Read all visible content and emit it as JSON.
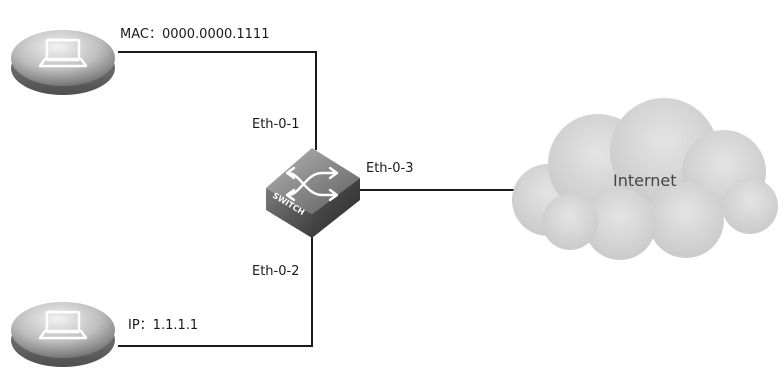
{
  "hosts": [
    {
      "id": "host-top",
      "label": "MAC：0000.0000.1111",
      "icon": "laptop-icon"
    },
    {
      "id": "host-bottom",
      "label": "IP：1.1.1.1",
      "icon": "laptop-icon"
    }
  ],
  "switch": {
    "label": "SWITCH",
    "icon": "switch-icon"
  },
  "ports": {
    "eth1": "Eth-0-1",
    "eth2": "Eth-0-2",
    "eth3": "Eth-0-3"
  },
  "cloud": {
    "label": "Internet",
    "icon": "cloud-icon"
  },
  "colors": {
    "link": "#1a1a1a",
    "device_light": "#d9d9d9",
    "device_dark": "#6e6e6e",
    "cloud": "#d0d0d0"
  }
}
